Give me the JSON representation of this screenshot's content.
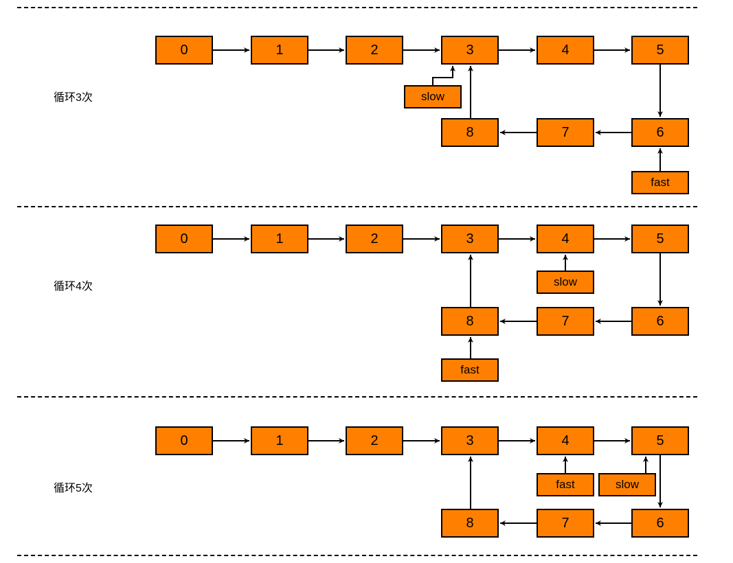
{
  "sections": [
    {
      "label": "循环3次",
      "nodes": [
        "0",
        "1",
        "2",
        "3",
        "4",
        "5",
        "6",
        "7",
        "8"
      ],
      "slow": "slow",
      "fast": "fast"
    },
    {
      "label": "循环4次",
      "nodes": [
        "0",
        "1",
        "2",
        "3",
        "4",
        "5",
        "6",
        "7",
        "8"
      ],
      "slow": "slow",
      "fast": "fast"
    },
    {
      "label": "循环5次",
      "nodes": [
        "0",
        "1",
        "2",
        "3",
        "4",
        "5",
        "6",
        "7",
        "8"
      ],
      "slow": "slow",
      "fast": "fast"
    }
  ],
  "colors": {
    "node_fill": "#ff8000",
    "stroke": "#000000"
  }
}
